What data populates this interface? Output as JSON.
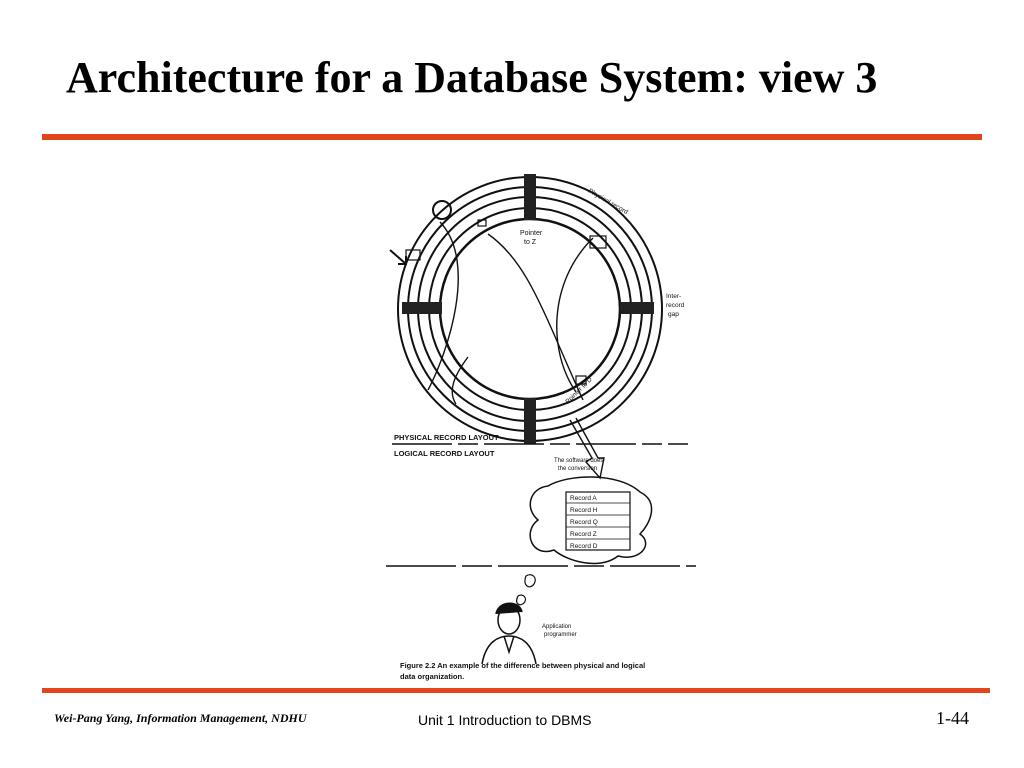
{
  "slide": {
    "title": "Architecture for a Database System: view 3"
  },
  "figure": {
    "labels": {
      "pointer_to_z": [
        "Pointer",
        "to Z"
      ],
      "pointer_to_d": "Pointer to D",
      "physical_record": "Physical record",
      "inter_record_gap": [
        "Inter-",
        "record",
        "gap"
      ],
      "physical_layout": "PHYSICAL RECORD LAYOUT",
      "logical_layout": "LOGICAL RECORD LAYOUT",
      "software_note": [
        "The software does",
        "the conversion"
      ],
      "application_programmer": [
        "Application",
        "programmer"
      ]
    },
    "records": [
      "Record A",
      "Record H",
      "Record Q",
      "Record Z",
      "Record D"
    ],
    "caption": [
      "Figure  2.2  An example of the difference between physical and logical",
      "data organization."
    ]
  },
  "footer": {
    "author": "Wei-Pang Yang, Information Management, NDHU",
    "unit": "Unit 1  Introduction to DBMS",
    "page": "1-44"
  }
}
